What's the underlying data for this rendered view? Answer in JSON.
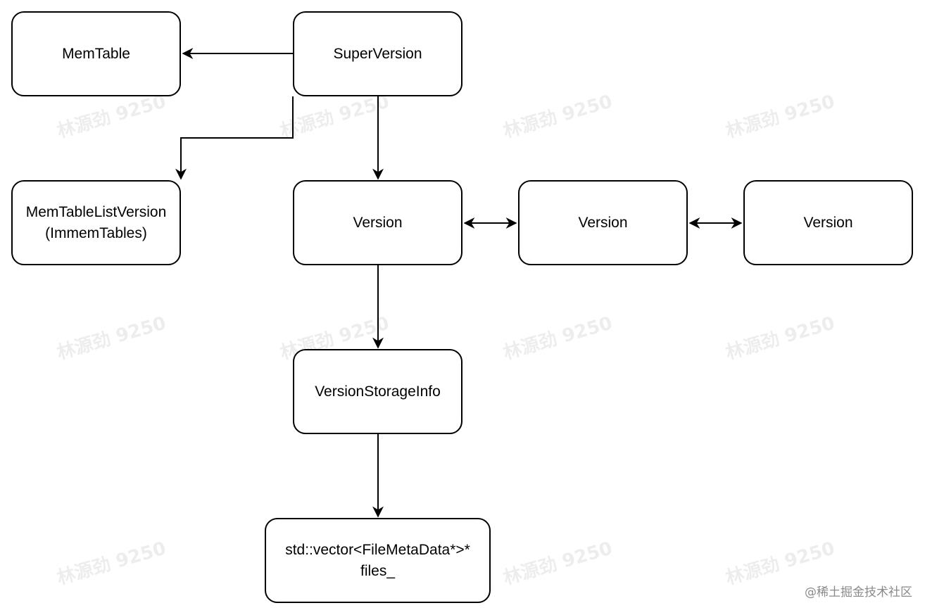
{
  "nodes": {
    "memtable": "MemTable",
    "superversion": "SuperVersion",
    "memtablelistversion_line1": "MemTableListVersion",
    "memtablelistversion_line2": "(ImmemTables)",
    "version_main": "Version",
    "version_mid": "Version",
    "version_right": "Version",
    "versionstorageinfo": "VersionStorageInfo",
    "files_line1": "std::vector<FileMetaData*>*",
    "files_line2": "files_"
  },
  "watermark": "林源劲 9250",
  "credit": "@稀土掘金技术社区",
  "colors": {
    "stroke": "#000000",
    "background": "#ffffff",
    "watermark": "#d9d9d9",
    "credit": "#8a8a8a"
  }
}
